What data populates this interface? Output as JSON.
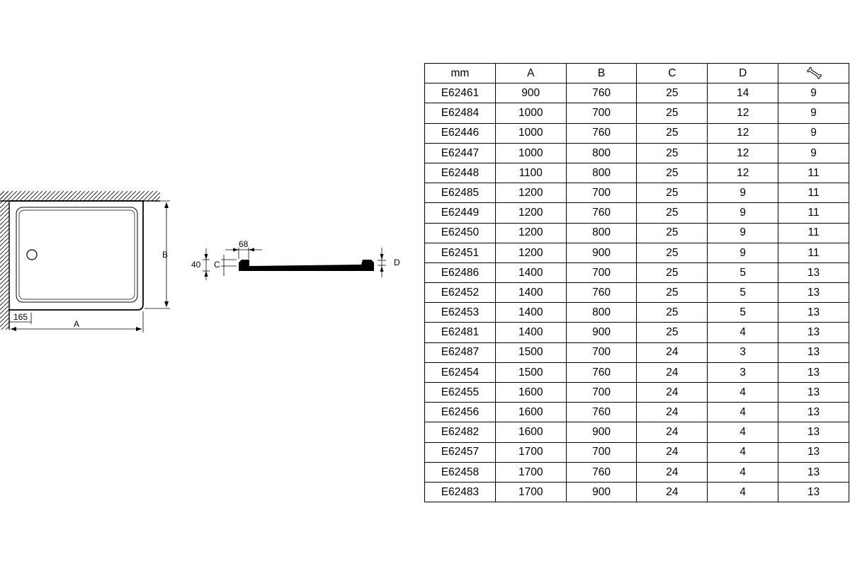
{
  "drawing": {
    "plan_view": {
      "label_a": "A",
      "label_b": "B",
      "dim_left": "165"
    },
    "section_view": {
      "dim_top": "68",
      "dim_height": "40",
      "label_c": "C",
      "label_d": "D"
    }
  },
  "table": {
    "headers": [
      "mm",
      "A",
      "B",
      "C",
      "D"
    ],
    "tool_icon": "wrench-icon",
    "rows": [
      [
        "E62461",
        "900",
        "760",
        "25",
        "14",
        "9"
      ],
      [
        "E62484",
        "1000",
        "700",
        "25",
        "12",
        "9"
      ],
      [
        "E62446",
        "1000",
        "760",
        "25",
        "12",
        "9"
      ],
      [
        "E62447",
        "1000",
        "800",
        "25",
        "12",
        "9"
      ],
      [
        "E62448",
        "1100",
        "800",
        "25",
        "12",
        "11"
      ],
      [
        "E62485",
        "1200",
        "700",
        "25",
        "9",
        "11"
      ],
      [
        "E62449",
        "1200",
        "760",
        "25",
        "9",
        "11"
      ],
      [
        "E62450",
        "1200",
        "800",
        "25",
        "9",
        "11"
      ],
      [
        "E62451",
        "1200",
        "900",
        "25",
        "9",
        "11"
      ],
      [
        "E62486",
        "1400",
        "700",
        "25",
        "5",
        "13"
      ],
      [
        "E62452",
        "1400",
        "760",
        "25",
        "5",
        "13"
      ],
      [
        "E62453",
        "1400",
        "800",
        "25",
        "5",
        "13"
      ],
      [
        "E62481",
        "1400",
        "900",
        "25",
        "4",
        "13"
      ],
      [
        "E62487",
        "1500",
        "700",
        "24",
        "3",
        "13"
      ],
      [
        "E62454",
        "1500",
        "760",
        "24",
        "3",
        "13"
      ],
      [
        "E62455",
        "1600",
        "700",
        "24",
        "4",
        "13"
      ],
      [
        "E62456",
        "1600",
        "760",
        "24",
        "4",
        "13"
      ],
      [
        "E62482",
        "1600",
        "900",
        "24",
        "4",
        "13"
      ],
      [
        "E62457",
        "1700",
        "700",
        "24",
        "4",
        "13"
      ],
      [
        "E62458",
        "1700",
        "760",
        "24",
        "4",
        "13"
      ],
      [
        "E62483",
        "1700",
        "900",
        "24",
        "4",
        "13"
      ]
    ]
  }
}
